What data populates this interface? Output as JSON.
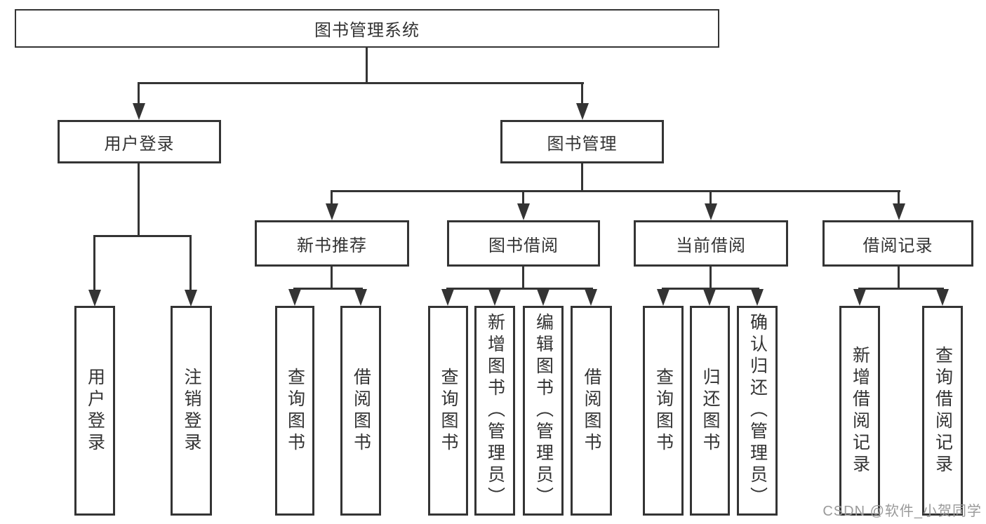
{
  "diagram_title": "图书管理系统",
  "nodes": {
    "root": "图书管理系统",
    "user_login": "用户登录",
    "book_mgmt": "图书管理",
    "new_book_rec": "新书推荐",
    "book_borrow": "图书借阅",
    "current_borrow": "当前借阅",
    "borrow_record": "借阅记录",
    "leaf_user_login": "用户登录",
    "leaf_logout_login": "注销登录",
    "leaf_query_book_nb": "查询图书",
    "leaf_borrow_book_nb": "借阅图书",
    "leaf_query_book_bb": "查询图书",
    "leaf_add_book_admin": "新增图书（管理员）",
    "leaf_edit_book_admin": "编辑图书（管理员）",
    "leaf_borrow_book_bb": "借阅图书",
    "leaf_query_book_cb": "查询图书",
    "leaf_return_book": "归还图书",
    "leaf_confirm_return_admin": "确认归还（管理员）",
    "leaf_add_borrow_record": "新增借阅记录",
    "leaf_query_borrow_record": "查询借阅记录"
  },
  "hierarchy": {
    "图书管理系统": {
      "用户登录": [
        "用户登录",
        "注销登录"
      ],
      "图书管理": {
        "新书推荐": [
          "查询图书",
          "借阅图书"
        ],
        "图书借阅": [
          "查询图书",
          "新增图书（管理员）",
          "编辑图书（管理员）",
          "借阅图书"
        ],
        "当前借阅": [
          "查询图书",
          "归还图书",
          "确认归还（管理员）"
        ],
        "借阅记录": [
          "新增借阅记录",
          "查询借阅记录"
        ]
      }
    }
  },
  "watermark": "CSDN @软件_小贺同学",
  "colors": {
    "line": "#343434",
    "text": "#333333",
    "box_background": "#ffffff",
    "page_background": "#ffffff",
    "watermark": "#9a9a9a"
  }
}
